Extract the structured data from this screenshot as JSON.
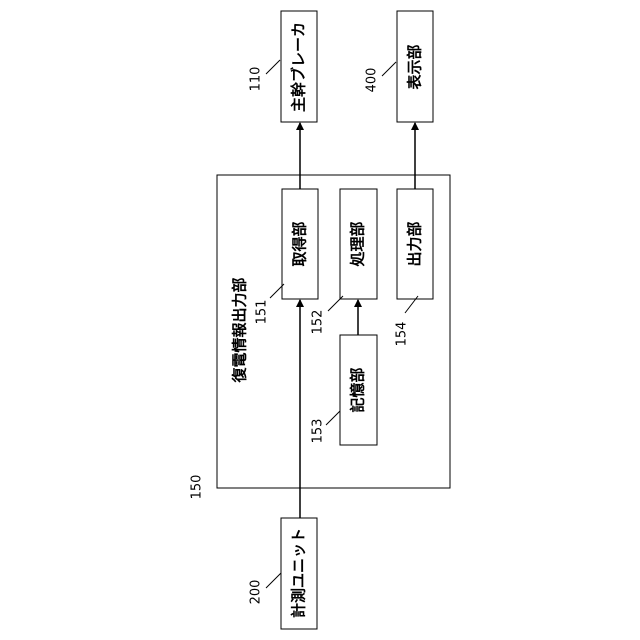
{
  "blocks": {
    "main_breaker": {
      "label": "主幹ブレーカ",
      "ref": "110"
    },
    "display": {
      "label": "表示部",
      "ref": "400"
    },
    "outage_info_output": {
      "label": "復電情報出力部",
      "ref": "150"
    },
    "acquisition": {
      "label": "取得部",
      "ref": "151"
    },
    "processing": {
      "label": "処理部",
      "ref": "152"
    },
    "output": {
      "label": "出力部",
      "ref": "154"
    },
    "storage": {
      "label": "記憶部",
      "ref": "153"
    },
    "measurement_unit": {
      "label": "計測ユニット",
      "ref": "200"
    }
  }
}
